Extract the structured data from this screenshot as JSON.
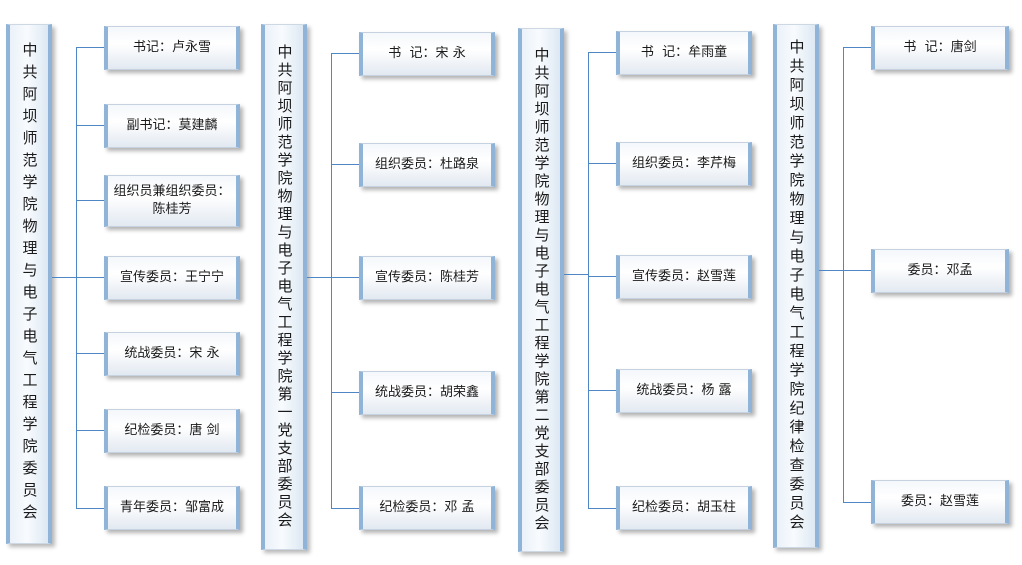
{
  "committees": [
    {
      "title": "中共阿坝师范学院物理与电子电气工程学院委员会",
      "members": [
        "书记：卢永雪",
        "副书记：莫建麟",
        "组织员兼组织委员：陈桂芳",
        "宣传委员：王宁宁",
        "统战委员：宋 永",
        "纪检委员：唐 剑",
        "青年委员：邹富成"
      ]
    },
    {
      "title": "中共阿坝师范学院物理与电子电气工程学院第一党支部委员会",
      "members": [
        "书  记：宋 永",
        "组织委员：杜路泉",
        "宣传委员：陈桂芳",
        "统战委员：胡荣鑫",
        "纪检委员：邓 孟"
      ]
    },
    {
      "title": "中共阿坝师范学院物理与电子电气工程学院第二党支部委员会",
      "members": [
        "书  记：牟雨童",
        "组织委员：李芹梅",
        "宣传委员：赵雪莲",
        "统战委员：杨 露",
        "纪检委员：胡玉柱"
      ]
    },
    {
      "title": "中共阿坝师范学院物理与电子电气工程学院纪律检查委员会",
      "members": [
        "书  记：唐剑",
        "委员：邓孟",
        "委员：赵雪莲"
      ]
    }
  ]
}
